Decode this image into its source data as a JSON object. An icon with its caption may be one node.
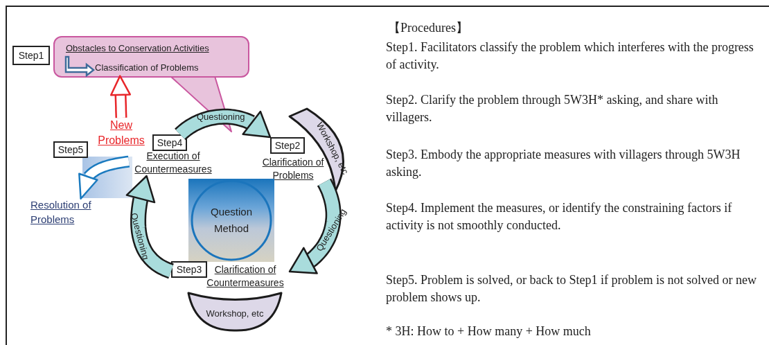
{
  "diagram": {
    "nodes": [
      {
        "text": [
          "Step1"
        ]
      },
      {
        "text": [
          "Obstacles to Conservation Activities",
          "Classification of Problems"
        ]
      },
      {
        "text": [
          "New Problems"
        ]
      },
      {
        "text": [
          "Step5"
        ]
      },
      {
        "text": [
          "Step4"
        ]
      },
      {
        "text": [
          "Execution of Countermeasures"
        ]
      },
      {
        "text": [
          "Workshop, etc"
        ]
      },
      {
        "text": [
          "Step2"
        ]
      },
      {
        "text": [
          "Clarification of Problems"
        ]
      },
      {
        "text": [
          "Resolution of Problems"
        ]
      },
      {
        "text": [
          "Question Method"
        ]
      },
      {
        "text": [
          "Step3"
        ]
      },
      {
        "text": [
          "Clarification of Countermeasures"
        ]
      },
      {
        "text": [
          "Workshop, etc"
        ]
      }
    ],
    "edges": [
      {
        "from": 2,
        "to": 1,
        "arrow": "to",
        "color": "#e8262a"
      },
      {
        "from": 5,
        "to": 9,
        "arrow": "to",
        "color": "#1a7abf"
      },
      {
        "from": 4,
        "to": 7,
        "arrow": "to",
        "label": "Questioning"
      },
      {
        "from": 8,
        "to": 12,
        "arrow": "to",
        "label": "Questioning"
      },
      {
        "from": 11,
        "to": 5,
        "arrow": "to",
        "label": "Questioning"
      }
    ],
    "labels": [
      "【Procedures】",
      "Step1. Facilitators classify the problem which interferes with the progress of activity.",
      "Step2. Clarify the problem through 5W3H* asking, and share with villagers.",
      "Step3. Embody the appropriate measures with villagers through 5W3H asking.",
      "Step4. Implement the measures, or identify the constraining factors if activity is not smoothly conducted.",
      "Step5. Problem is solved, or back to Step1 if problem is not solved or new problem shows up.",
      "* 3H: How to + How many + How much"
    ]
  }
}
